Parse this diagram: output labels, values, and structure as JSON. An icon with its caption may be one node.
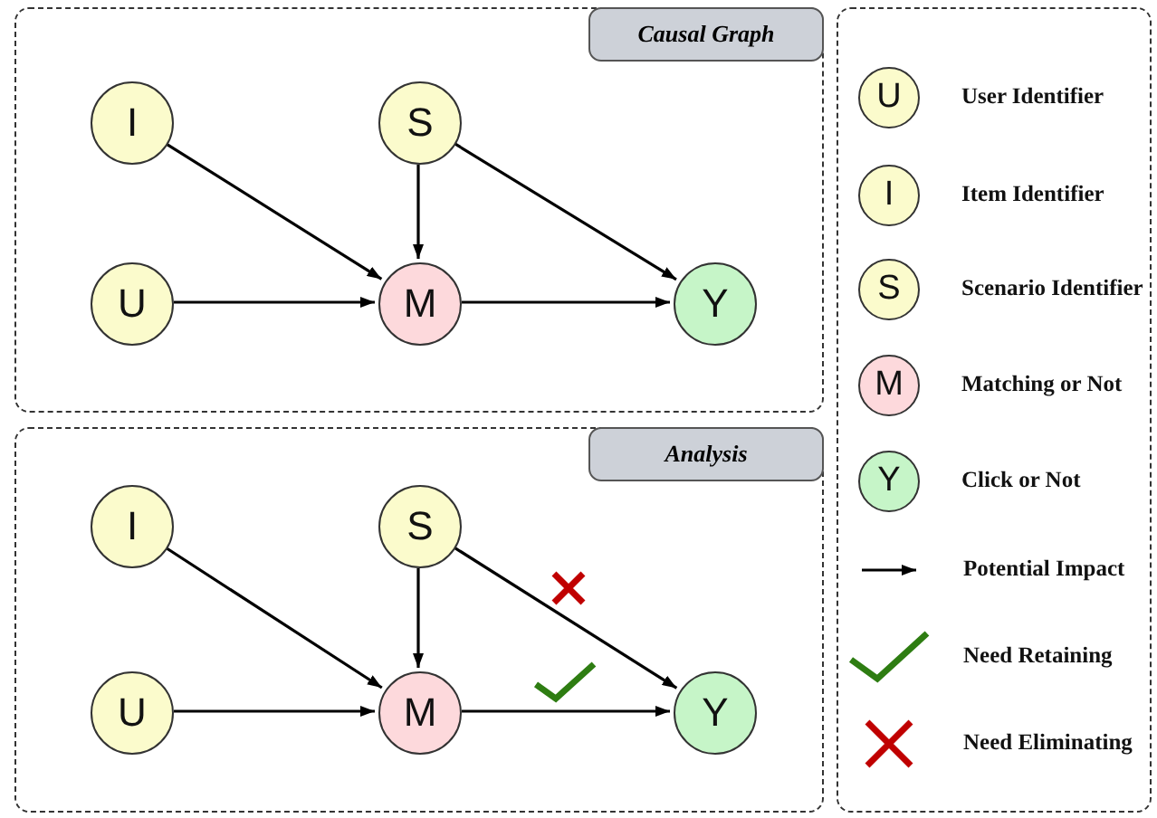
{
  "diagram": {
    "nodes": [
      {
        "text": [
          "Causal Graph"
        ]
      },
      {
        "text": [
          "I"
        ],
        "in": 0
      },
      {
        "text": [
          "S"
        ],
        "in": 0
      },
      {
        "text": [
          "U"
        ],
        "in": 0
      },
      {
        "text": [
          "M"
        ],
        "in": 0
      },
      {
        "text": [
          "Y"
        ],
        "in": 0
      },
      {
        "text": [
          "Analysis"
        ]
      },
      {
        "text": [
          "I"
        ],
        "in": 6
      },
      {
        "text": [
          "S"
        ],
        "in": 6
      },
      {
        "text": [],
        "shape": "cross",
        "in": 6
      },
      {
        "text": [
          "U"
        ],
        "in": 6
      },
      {
        "text": [
          "M"
        ],
        "in": 6
      },
      {
        "text": [],
        "shape": "checkmark",
        "in": 6
      },
      {
        "text": [
          "Y"
        ],
        "in": 6
      },
      {
        "text": [],
        "shape": "box"
      },
      {
        "text": [
          "U"
        ],
        "in": 14,
        "beside": [
          "User Identifier"
        ]
      },
      {
        "text": [
          "I"
        ],
        "in": 14,
        "beside": [
          "Item Identifier"
        ]
      },
      {
        "text": [
          "S"
        ],
        "in": 14,
        "beside": [
          "Scenario Identifier"
        ]
      },
      {
        "text": [
          "M"
        ],
        "in": 14,
        "beside": [
          "Matching or Not"
        ]
      },
      {
        "text": [
          "Y"
        ],
        "in": 14,
        "beside": [
          "Click or Not"
        ]
      }
    ],
    "edges": [
      {
        "from": 1,
        "to": 4,
        "arrow": "to"
      },
      {
        "from": 2,
        "to": 4,
        "arrow": "to"
      },
      {
        "from": 2,
        "to": 5,
        "arrow": "to"
      },
      {
        "from": 3,
        "to": 4,
        "arrow": "to"
      },
      {
        "from": 4,
        "to": 5,
        "arrow": "to"
      },
      {
        "from": 7,
        "to": 11,
        "arrow": "to"
      },
      {
        "from": 8,
        "to": 11,
        "arrow": "to"
      },
      {
        "from": 8,
        "to": 13,
        "arrow": "to"
      },
      {
        "from": 10,
        "to": 11,
        "arrow": "to"
      },
      {
        "from": 11,
        "to": 13,
        "arrow": "to"
      }
    ],
    "legend": [
      {
        "text": "Potential Impact"
      },
      {
        "text": "Need Retaining"
      },
      {
        "text": "Need Eliminating"
      }
    ]
  }
}
